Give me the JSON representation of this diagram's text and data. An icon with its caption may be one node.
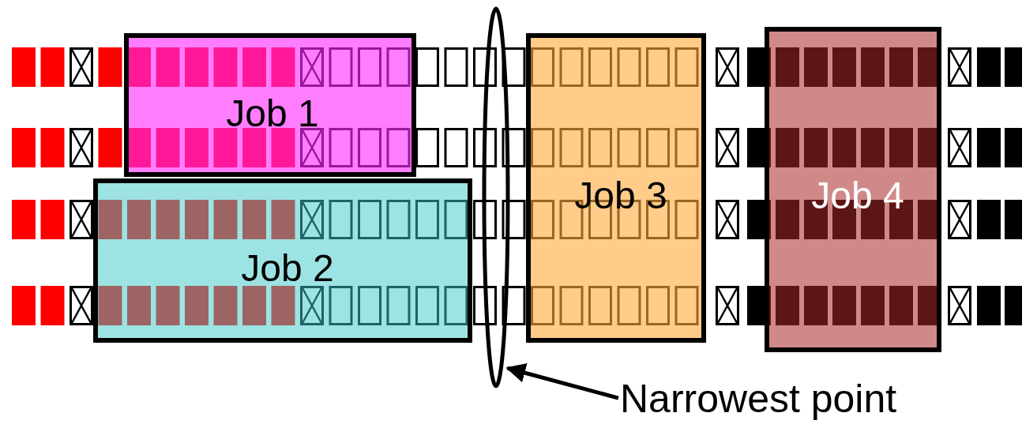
{
  "diagram": {
    "nodes": [
      {
        "text": [
          "Job 1"
        ]
      },
      {
        "text": [
          "Job 2"
        ]
      },
      {
        "text": [
          "Job 3"
        ]
      },
      {
        "text": [
          "Job 4"
        ]
      },
      {
        "text": [
          "Narrowest point"
        ]
      },
      {
        "text": [],
        "shape": "ellipse"
      }
    ],
    "edges": [
      {
        "from": 4,
        "to": 5,
        "arrow": "to"
      }
    ]
  }
}
